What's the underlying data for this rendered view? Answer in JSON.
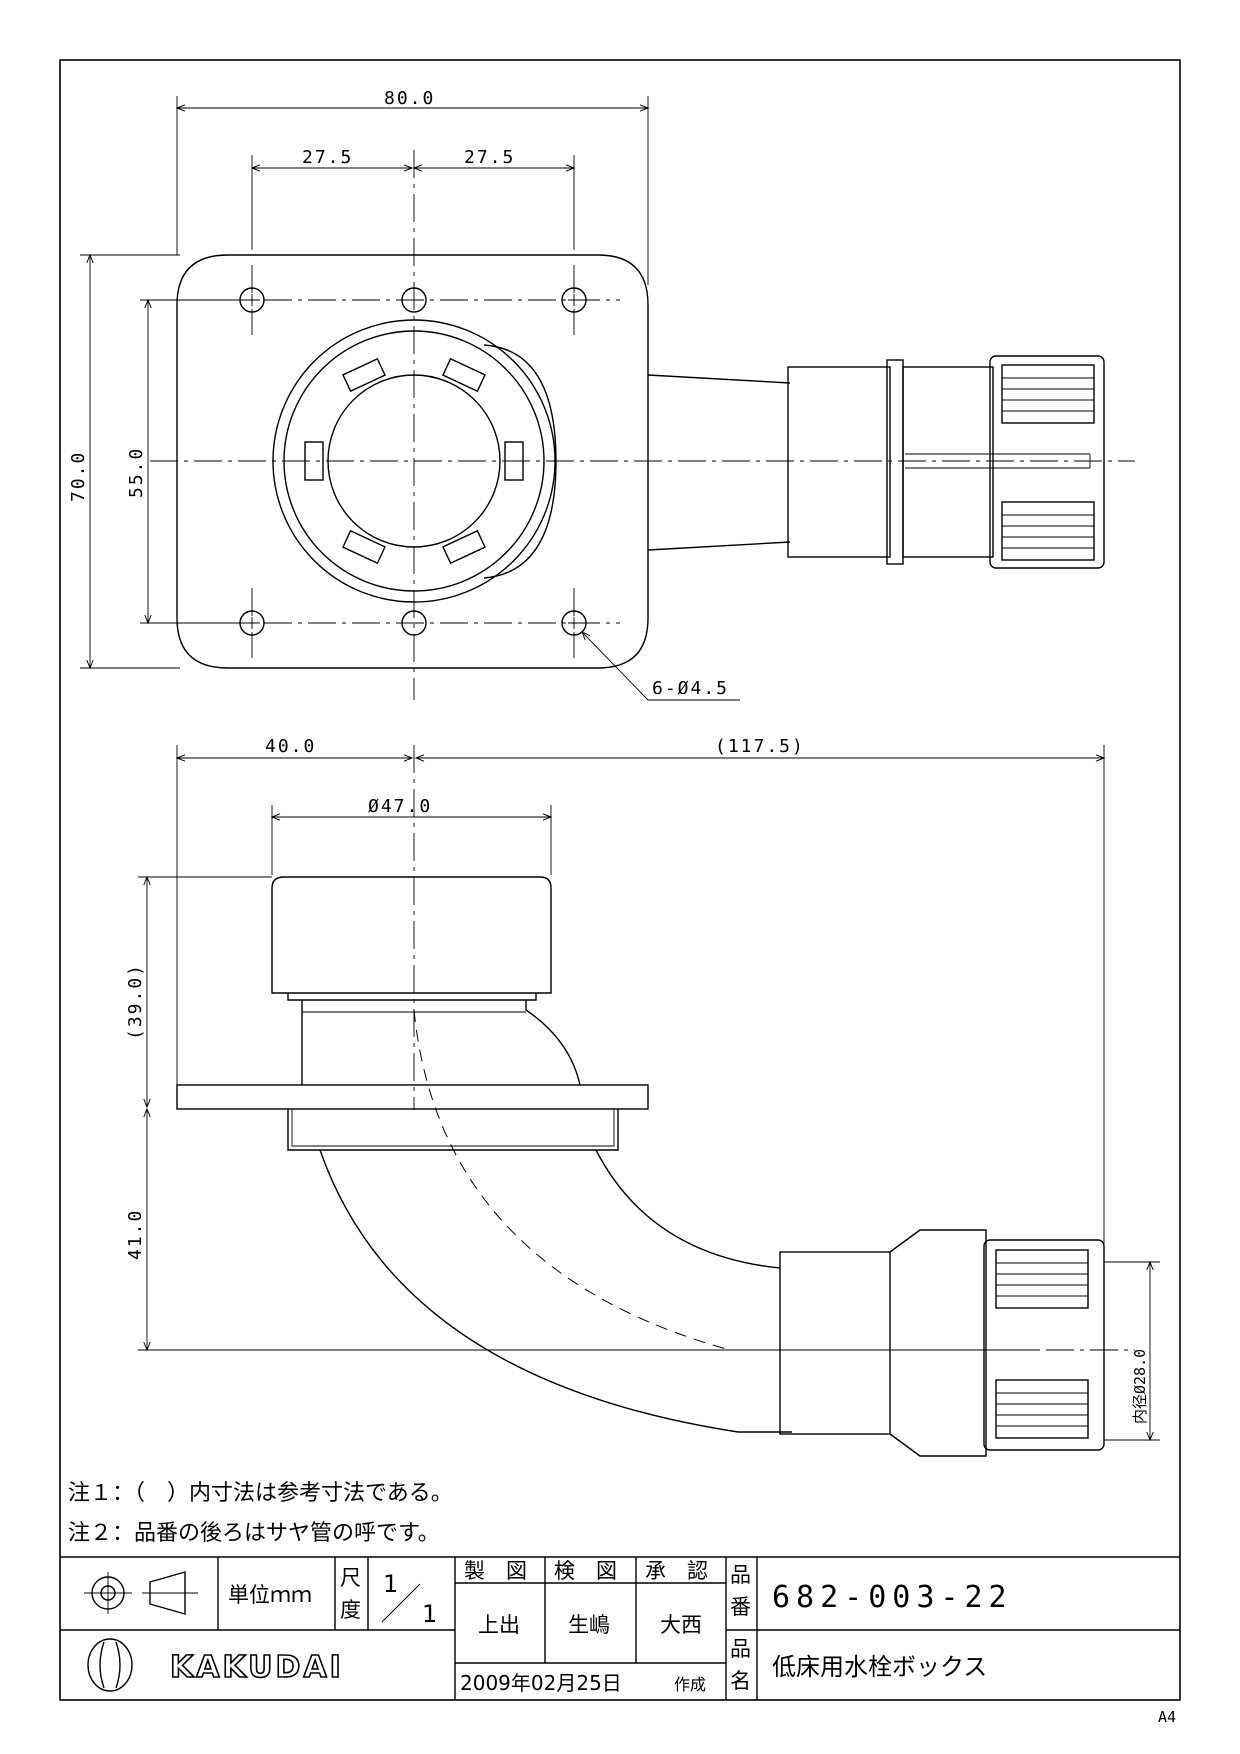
{
  "dimensions": {
    "top_width": "80.0",
    "hole_left": "27.5",
    "hole_right": "27.5",
    "height_outer": "70.0",
    "height_inner": "55.0",
    "holes": "6-Ø4.5",
    "side_left": "40.0",
    "side_total": "(117.5)",
    "diameter": "Ø47.0",
    "upper_height": "(39.0)",
    "lower_height": "41.0",
    "inner_diameter": "内径Ø28.0"
  },
  "notes": [
    "注１：（　）内寸法は参考寸法である。",
    "注２：品番の後ろはサヤ管の呼です。"
  ],
  "title_block": {
    "unit": "単位ｍｍ",
    "scale_label_1": "尺",
    "scale_label_2": "度",
    "scale_num": "1",
    "scale_den": "1",
    "drawn_label": "製　図",
    "checked_label": "検　図",
    "approved_label": "承　認",
    "drawn_name": "上出",
    "checked_name": "生嶋",
    "approved_name": "大西",
    "date": "2009年02月25日",
    "created": "作成",
    "part_no_label_1": "品",
    "part_no_label_2": "番",
    "part_no": "682-003-22",
    "part_name_label_1": "品",
    "part_name_label_2": "名",
    "part_name": "低床用水栓ボックス",
    "company": "KAKUDAI"
  },
  "paper_size": "A4"
}
